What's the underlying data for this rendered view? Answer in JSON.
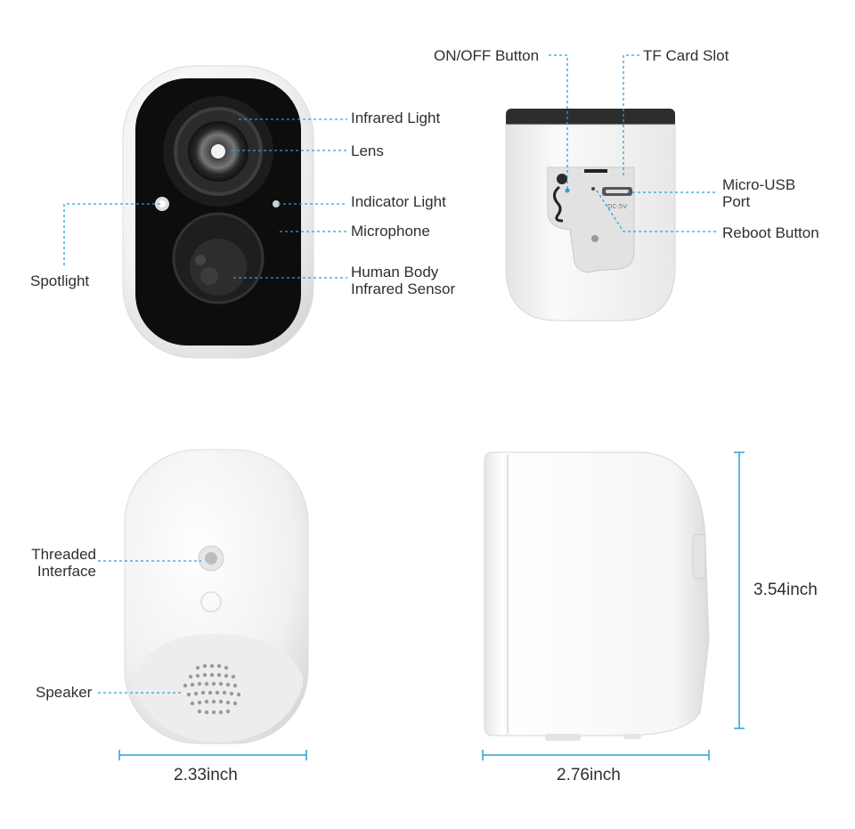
{
  "front_view": {
    "infrared_light": "Infrared Light",
    "lens": "Lens",
    "indicator_light": "Indicator Light",
    "microphone": "Microphone",
    "human_body_sensor_line1": "Human Body",
    "human_body_sensor_line2": "Infrared Sensor",
    "spotlight": "Spotlight"
  },
  "bottom_view": {
    "on_off_button": "ON/OFF Button",
    "tf_card_slot": "TF Card Slot",
    "micro_usb_line1": "Micro-USB",
    "micro_usb_line2": "Port",
    "reboot_button": "Reboot Button",
    "port_marking": "DC-5V"
  },
  "back_view": {
    "threaded_line1": "Threaded",
    "threaded_line2": "Interface",
    "speaker": "Speaker",
    "width": "2.33inch"
  },
  "side_view": {
    "height": "3.54inch",
    "depth": "2.76inch"
  },
  "colors": {
    "leader_line": "#2aa0d8",
    "dimension_line": "#2aa0d8",
    "body_white": "#f4f4f4",
    "face_black": "#0d0d0d"
  }
}
